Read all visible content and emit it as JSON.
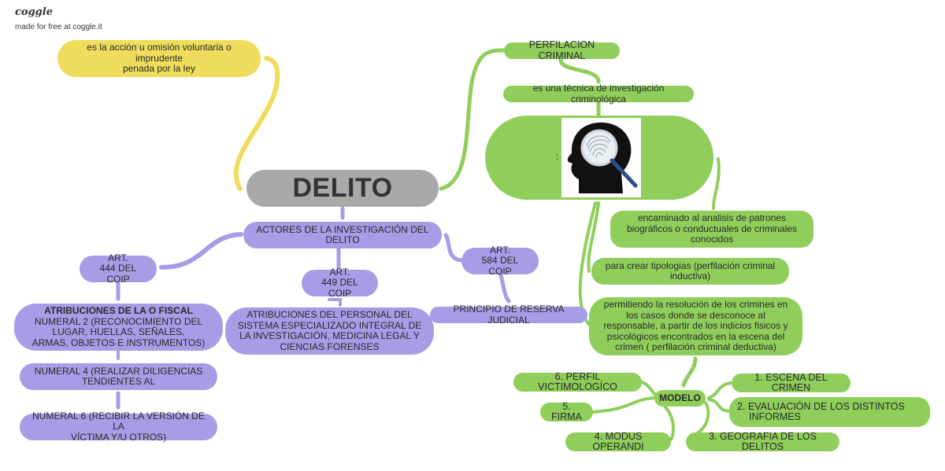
{
  "brand": {
    "logo_text": "coggle",
    "tagline": "made for free at coggle.it"
  },
  "colors": {
    "yellow": "#efdc5c",
    "green": "#8fce5a",
    "purple": "#a79ce6",
    "gray": "#a9a9a9"
  },
  "nodes": {
    "definition": [
      "es la acción u omisión voluntaria o",
      "imprudente",
      "penada por la ley"
    ],
    "root": "DELITO",
    "perfilacion": "PERFILACION CRIMINAL",
    "tecnica": "es una técnica de investigación criminológica",
    "image_caption": ":",
    "image_icon": "head-magnifier-icon",
    "encaminado": [
      "encaminado al analisis de patrones",
      "biográficos o conductuales de criminales",
      "conocidos"
    ],
    "tipologias": [
      "para crear tipologias (perfilación criminal",
      "inductiva)"
    ],
    "permitiendo": [
      "permitiendo la resolución de los crimines en",
      "los casos donde se desconoce al",
      "responsable, a partir de los indicios fisicos y",
      "psicológicos encontrados en la escena del",
      "crimen ( perfilación criminal deductiva)"
    ],
    "modelo": "MODELO",
    "escena": "1.  ESCENA DEL CRIMEN",
    "evaluacion": [
      "2.  EVALUACIÓN DE LOS DISTINTOS",
      "INFORMES"
    ],
    "geografia": "3.  GEOGRAFIA DE LOS DELITOS",
    "modus": "4.  MODUS OPERANDI",
    "firma": "5.  FIRMA",
    "perfil_victimo": "6.  PERFIL VICTIMOLOGÍCO",
    "actores": [
      "ACTORES DE LA INVESTIGACIÓN DEL",
      "DELITO"
    ],
    "art444": [
      "ART.",
      "444 DEL COIP"
    ],
    "art449": [
      "ART.",
      "449 DEL COIP"
    ],
    "art584": [
      "ART.",
      "584 DEL COIP"
    ],
    "atribuciones_fiscal_title": "ATRIBUCIONES DE LA O FISCAL",
    "atribuciones_fiscal": [
      "NUMERAL 2 (RECONOCIMIENTO DEL",
      "LUGAR, HUELLAS, SEÑALES,",
      "ARMAS, OBJETOS E INSTRUMENTOS)"
    ],
    "atribuciones_personal": [
      "ATRIBUCIONES DEL PERSONAL DEL",
      "SISTEMA ESPECIALIZADO INTEGRAL DE",
      "LA INVESTIGACIÓN, MEDICINA LEGAL Y",
      "CIENCIAS FORENSES"
    ],
    "numeral4": [
      "NUMERAL 4 (REALIZAR DILIGENCIAS",
      "TENDIENTES AL"
    ],
    "numeral6": [
      "NUMERAL 6 (RECIBIR LA VERSIÓN DE LA",
      "VÍCTIMA Y/U OTROS)"
    ],
    "principio": "PRINCIPIO DE RESERVA JUDICIAL"
  }
}
